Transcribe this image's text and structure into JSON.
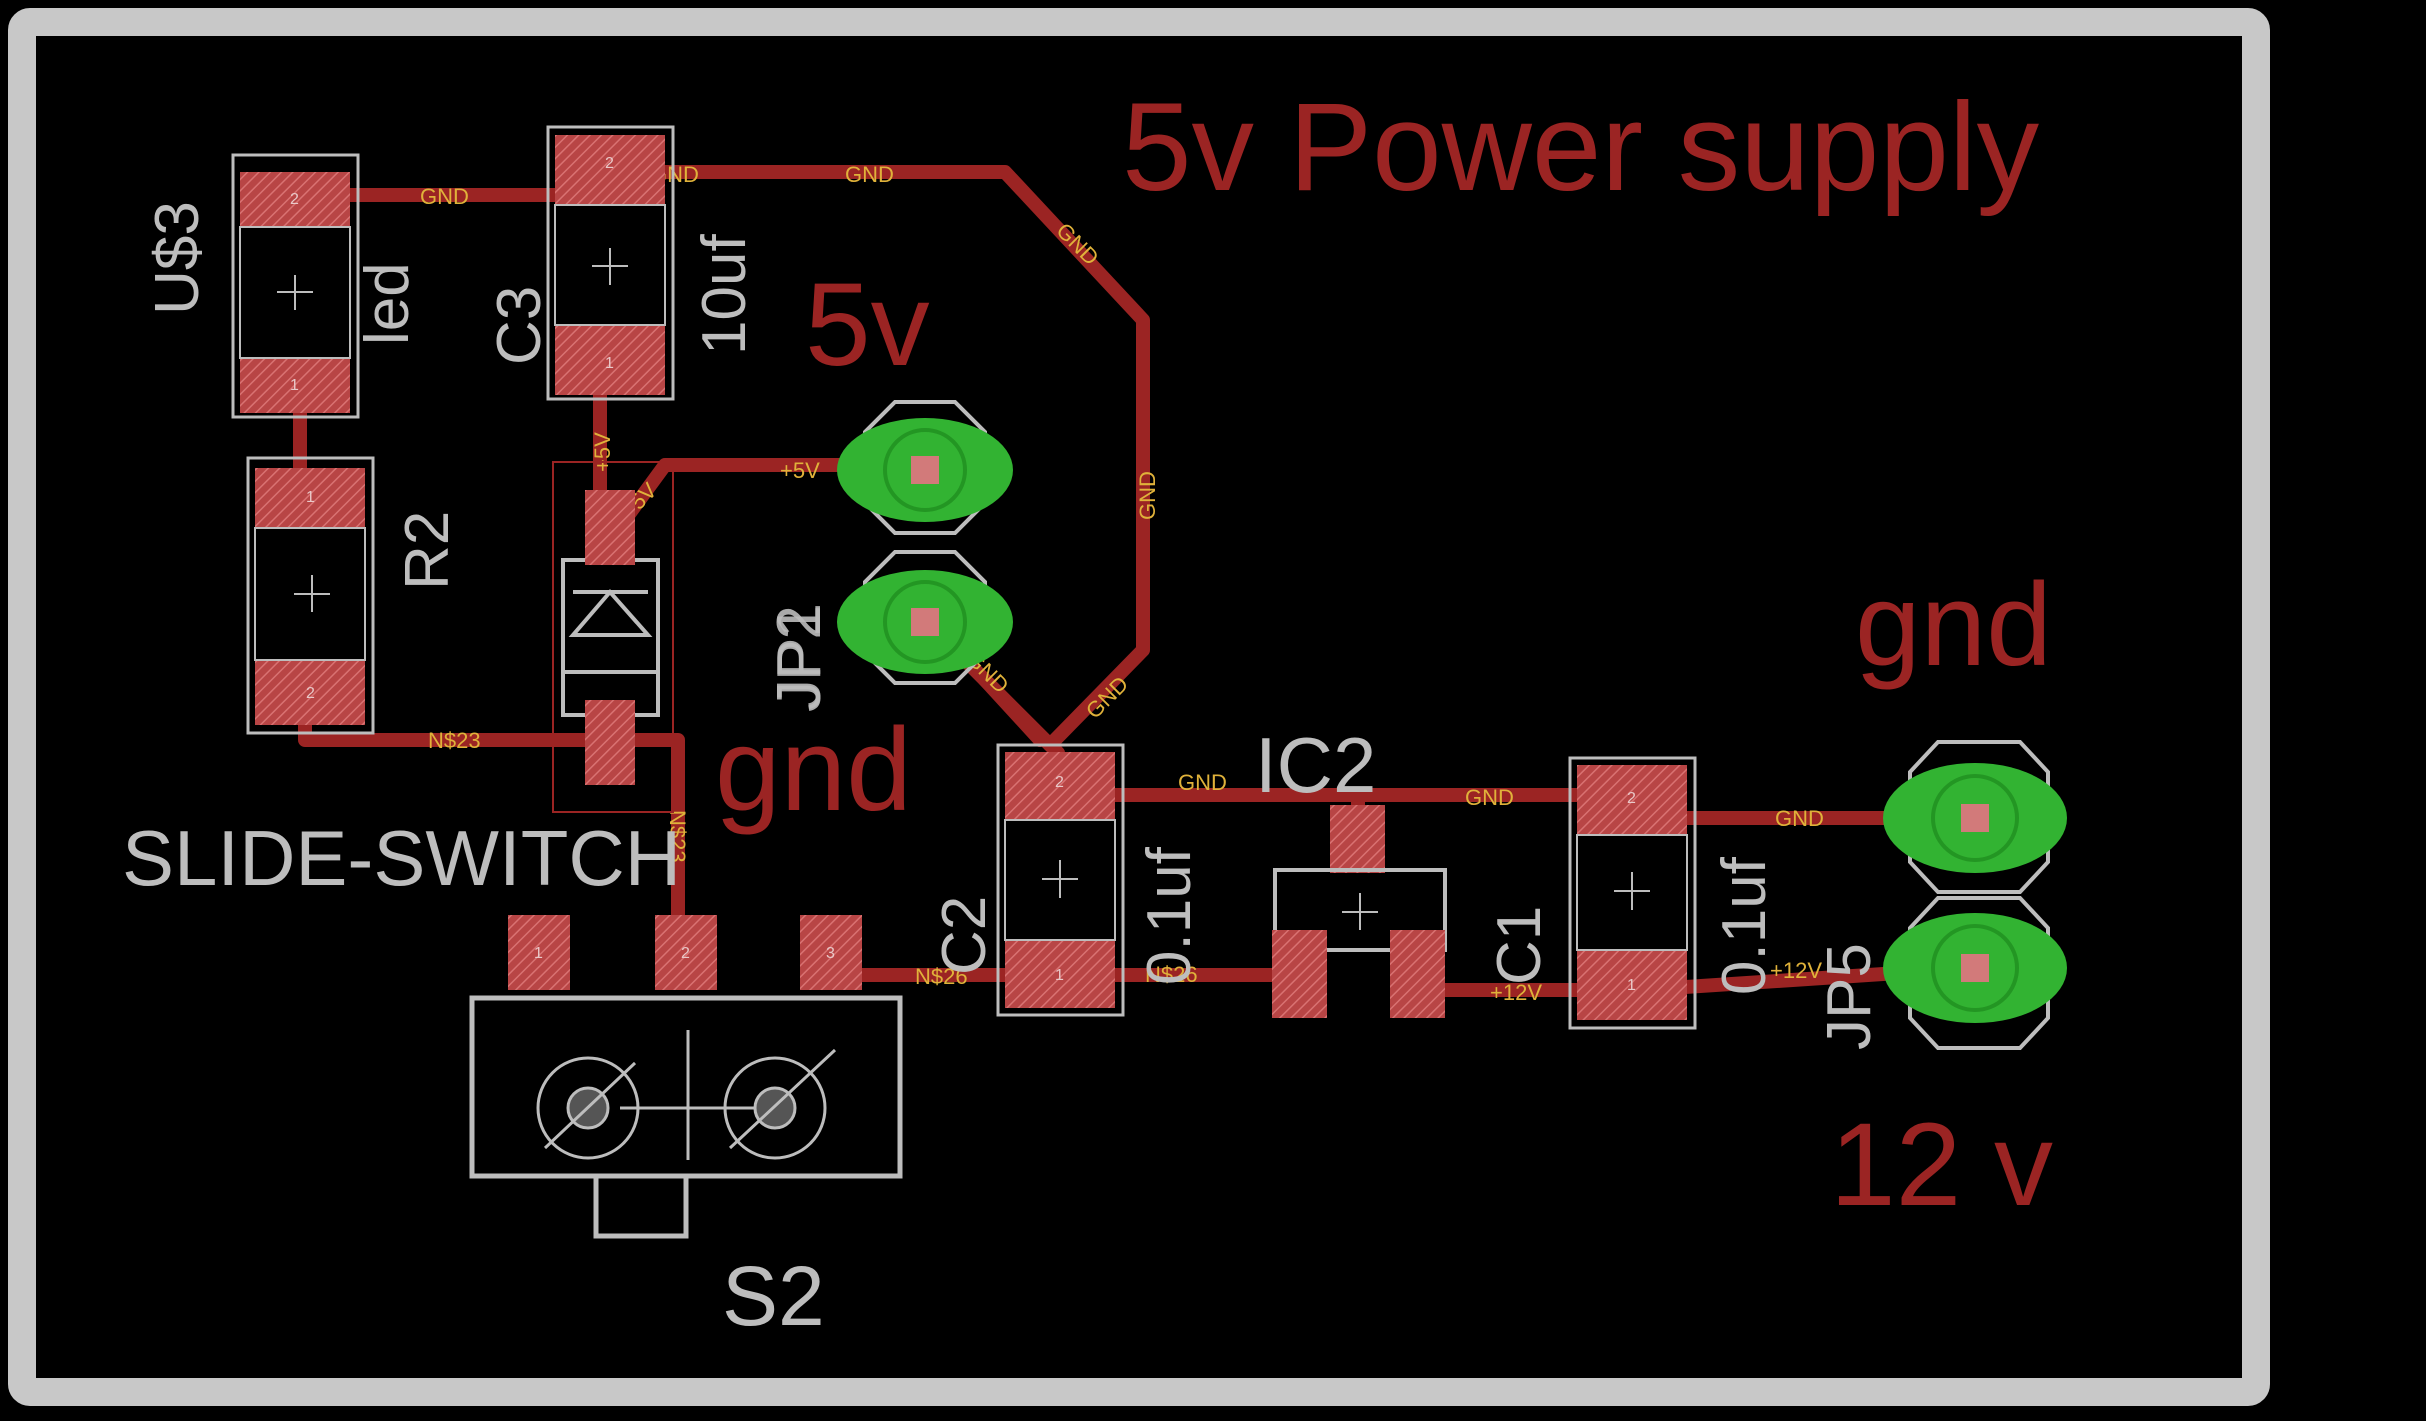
{
  "title": "5v Power supply",
  "labels": {
    "v5": "5v",
    "gnd_top": "gnd",
    "gnd_mid": "gnd",
    "v12": "12 v"
  },
  "components": {
    "us3": "U$3",
    "led": "led",
    "c3": "C3",
    "c3_val": "10uf",
    "r2": "R2",
    "jp1": "JP1",
    "jp2": "JP2",
    "slide_switch": "SLIDE-SWITCH",
    "s2": "S2",
    "c2": "C2",
    "c2_val": "0.1uf",
    "ic2": "IC2",
    "c1": "C1",
    "c1_val": "0.1uf",
    "jp5": "JP5"
  },
  "nets": {
    "gnd": "GND",
    "p5v": "+5V",
    "n23": "N$23",
    "n26": "N$26",
    "p12v": "+12V"
  },
  "pads": {
    "one": "1",
    "two": "2",
    "three": "3"
  },
  "colors": {
    "background": "#000000",
    "outline": "#c8c8c8",
    "copper": "#9b2423",
    "pad": "#c04a4a",
    "via_ring": "#32b332",
    "silkscreen": "#bdbdbd",
    "net_label": "#e0b23a"
  }
}
